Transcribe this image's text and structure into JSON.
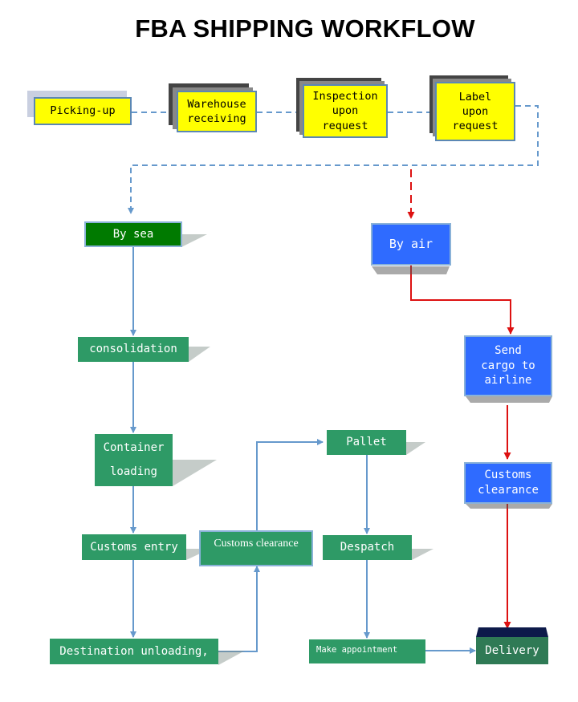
{
  "title": "FBA SHIPPING WORKFLOW",
  "top_row": {
    "picking_up": "Picking-up",
    "warehouse": "Warehouse\nreceiving",
    "inspection": "Inspection\nupon\nrequest",
    "label": "Label\nupon\nrequest"
  },
  "sea": {
    "by_sea": "By sea",
    "consolidation": "consolidation",
    "container": "Container\n\nloading",
    "customs_entry": "Customs entry",
    "destination": "Destination unloading,",
    "customs_clearance": "Customs clearance",
    "pallet": "Pallet",
    "despatch": "Despatch",
    "appointment": "Make appointment"
  },
  "air": {
    "by_air": "By air",
    "send_cargo": "Send\ncargo to\nairline",
    "customs_clearance": "Customs\nclearance"
  },
  "delivery": "Delivery",
  "colors": {
    "yellow": "#ffff00",
    "sea_green": "#2e9a66",
    "by_sea_green": "#007a00",
    "air_blue": "#2f6bff",
    "sea_line": "#6699cc",
    "air_line": "#dd1111"
  }
}
